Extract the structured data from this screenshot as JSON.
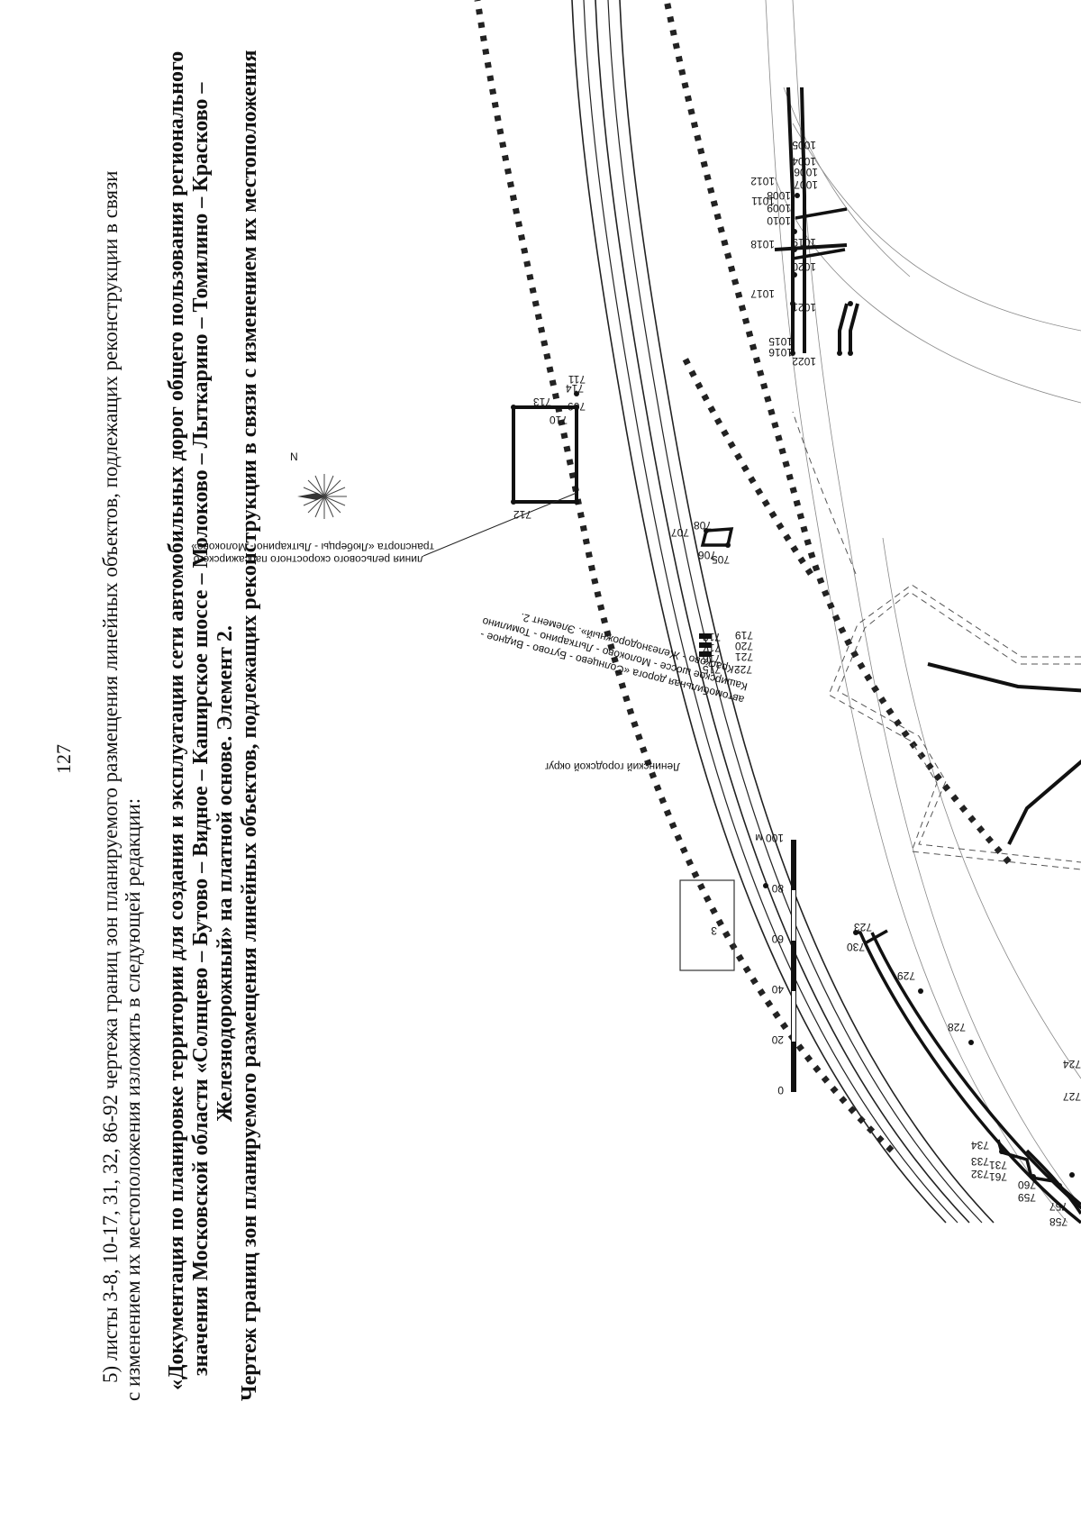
{
  "page_number": "127",
  "intro": {
    "line1": "5) листы 3-8, 10-17, 31, 32, 86-92 чертежа границ зон планируемого размещения линейных объектов, подлежащих реконструкции в связи",
    "line2": "с изменением их местоположения изложить в следующей редакции:",
    "line3": ""
  },
  "title": {
    "line1": "«Документация по планировке территории для создания и эксплуатации сети автомобильных дорог общего пользования регионального",
    "line2": "значения Московской области «Солнцево – Бутово – Видное – Каширское шоссе – Молоково – Лыткарино – Томилино – Красково –",
    "line3": "Железнодорожный» на платной основе. Элемент 2.",
    "line4": "Чертеж границ зон планируемого размещения линейных объектов, подлежащих реконструкции в связи с изменением их местоположения"
  },
  "map": {
    "north": "N",
    "rail_label_1": "линия рельсового скоростного пассажирского",
    "rail_label_2": "транспорта «Люберцы - Лыткарино - Молоково»",
    "road_label_1": "автомобильная дорога «Солнцево - Бутово - Видное -",
    "road_label_2": "Каширское шоссе - Молоково - Лыткарино - Томилино",
    "road_label_3": "- Красково - Железнодорожный». Элемент 2.",
    "district_label": "Ленинский городской округ",
    "box_label": "3",
    "scale_labels": [
      "0",
      "20",
      "40",
      "60",
      "80",
      "100 м"
    ],
    "points": [
      {
        "id": "p758",
        "label": "758"
      },
      {
        "id": "p757",
        "label": "757"
      },
      {
        "id": "p759",
        "label": "759"
      },
      {
        "id": "p760",
        "label": "760"
      },
      {
        "id": "p761",
        "label": "761"
      },
      {
        "id": "p731",
        "label": "731"
      },
      {
        "id": "p732",
        "label": "732"
      },
      {
        "id": "p733",
        "label": "733"
      },
      {
        "id": "p734",
        "label": "734"
      },
      {
        "id": "p727",
        "label": "727"
      },
      {
        "id": "p724",
        "label": "724"
      },
      {
        "id": "p728",
        "label": "728"
      },
      {
        "id": "p729",
        "label": "729"
      },
      {
        "id": "p730",
        "label": "730"
      },
      {
        "id": "p723",
        "label": "723"
      },
      {
        "id": "p722",
        "label": "722"
      },
      {
        "id": "p721",
        "label": "721"
      },
      {
        "id": "p720",
        "label": "720"
      },
      {
        "id": "p719",
        "label": "719"
      },
      {
        "id": "p715",
        "label": "715"
      },
      {
        "id": "p716",
        "label": "716"
      },
      {
        "id": "p717",
        "label": "717"
      },
      {
        "id": "p718",
        "label": "718"
      },
      {
        "id": "p712",
        "label": "712"
      },
      {
        "id": "p713",
        "label": "713"
      },
      {
        "id": "p710",
        "label": "710"
      },
      {
        "id": "p709",
        "label": "709"
      },
      {
        "id": "p714",
        "label": "714"
      },
      {
        "id": "p711",
        "label": "711"
      },
      {
        "id": "p706",
        "label": "706"
      },
      {
        "id": "p707",
        "label": "707"
      },
      {
        "id": "p708",
        "label": "708"
      },
      {
        "id": "p705",
        "label": "705"
      },
      {
        "id": "p1011",
        "label": "1011"
      },
      {
        "id": "p1012",
        "label": "1012"
      },
      {
        "id": "p1004",
        "label": "1004"
      },
      {
        "id": "p1005",
        "label": "1005"
      },
      {
        "id": "p1010",
        "label": "1010"
      },
      {
        "id": "p1009",
        "label": "1009"
      },
      {
        "id": "p1008",
        "label": "1008"
      },
      {
        "id": "p1007",
        "label": "1007"
      },
      {
        "id": "p1006",
        "label": "1006"
      },
      {
        "id": "p1018",
        "label": "1018"
      },
      {
        "id": "p1019",
        "label": "1019"
      },
      {
        "id": "p1017",
        "label": "1017"
      },
      {
        "id": "p1020",
        "label": "1020"
      },
      {
        "id": "p1021",
        "label": "1021"
      },
      {
        "id": "p1016",
        "label": "1016"
      },
      {
        "id": "p1015",
        "label": "1015"
      },
      {
        "id": "p1022",
        "label": "1022"
      }
    ]
  }
}
